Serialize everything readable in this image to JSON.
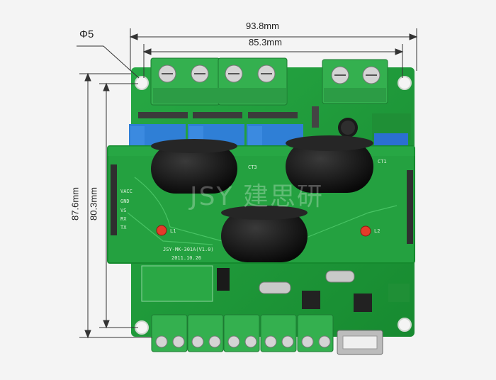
{
  "dimensions": {
    "width_total": "93.8mm",
    "width_holes": "85.3mm",
    "height_total": "87.6mm",
    "height_holes": "80.3mm",
    "hole_diameter": "Φ5"
  },
  "board": {
    "watermark": "JSY 建思研",
    "pins": [
      "VACC",
      "GND",
      "VS",
      "RX",
      "TX"
    ],
    "sublabel": "JSY-MK-301A(V1.0)",
    "date": "2011.10.26",
    "ct_labels": [
      "CT3",
      "CT1"
    ],
    "led_labels": [
      "L1",
      "L2"
    ]
  },
  "colors": {
    "pcb_green": "#1e9a3a",
    "terminal_green": "#2ea84a",
    "relay_blue": "#2f7fd6",
    "ct_black": "#161616"
  }
}
